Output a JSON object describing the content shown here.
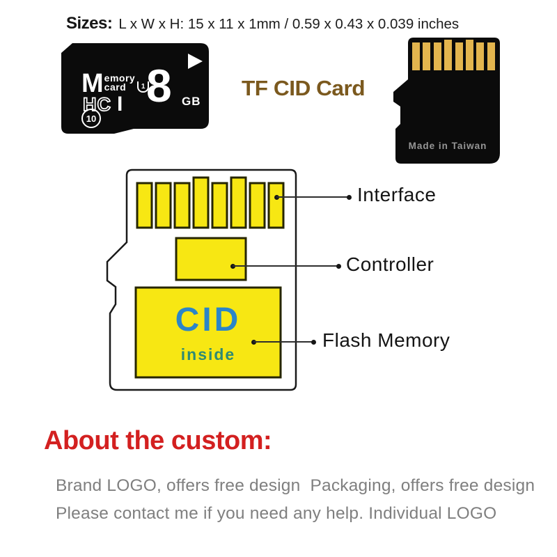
{
  "header": {
    "sizes_label": "Sizes:",
    "sizes_value": "L x W x H: 15 x 11 x 1mm / 0.59 x 0.43 x 0.039 inches",
    "title": "TF CID Card"
  },
  "front_card": {
    "logo_m": "M",
    "logo_line1": "emory",
    "logo_line2": "card",
    "uhs_number": "1",
    "bus_logo": "HC",
    "uhs_bus": "I",
    "capacity": "8",
    "capacity_unit": "GB",
    "speed_class": "10"
  },
  "back_card": {
    "made_in": "Made in Taiwan"
  },
  "diagram": {
    "chip_text": "CID",
    "chip_subtext": "inside",
    "callouts": [
      {
        "label": "Interface"
      },
      {
        "label": "Controller"
      },
      {
        "label": "Flash Memory"
      }
    ]
  },
  "about": {
    "heading": "About the custom:",
    "line1": "Brand LOGO, offers free design  Packaging, offers free design",
    "line2": "Please contact me if you need any help. Individual LOGO"
  },
  "colors": {
    "title_gold": "#7b591e",
    "diagram_yellow": "#f7e713",
    "cid_blue": "#2b85c8",
    "inside_teal": "#2f8a74",
    "pin_gold": "#e3b54e",
    "heading_red": "#d32020",
    "body_gray": "#7f7f7f",
    "card_black": "#0b0b0b"
  }
}
